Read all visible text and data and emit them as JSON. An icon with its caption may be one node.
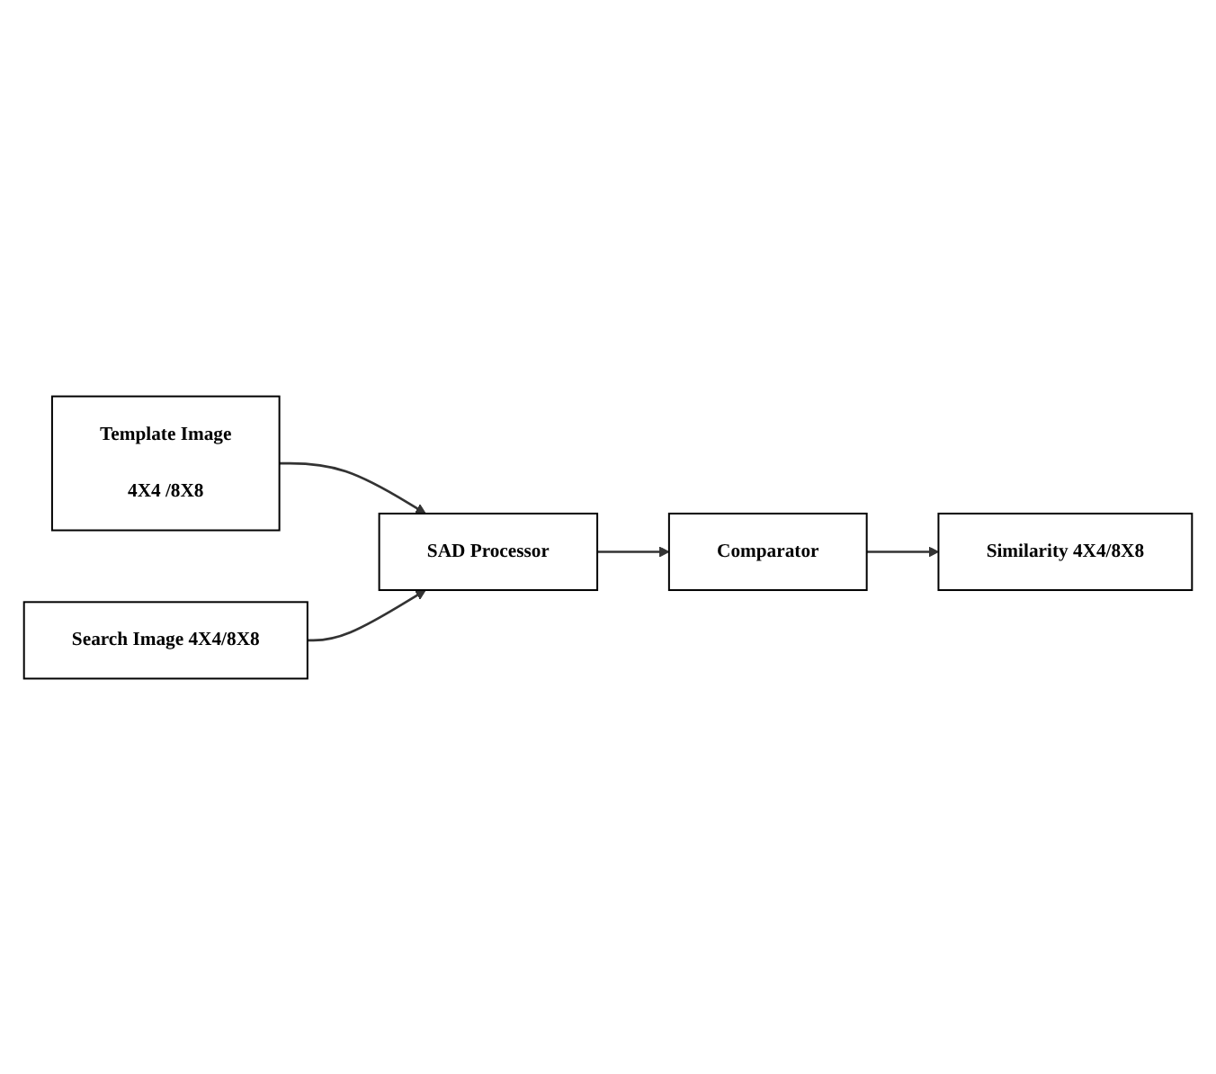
{
  "diagram": {
    "nodes": [
      {
        "text": [
          "Template Image",
          "4X4 /8X8"
        ]
      },
      {
        "text": [
          "Search Image 4X4/8X8"
        ]
      },
      {
        "text": [
          "SAD Processor"
        ]
      },
      {
        "text": [
          "Comparator"
        ]
      },
      {
        "text": [
          "Similarity 4X4/8X8"
        ]
      }
    ],
    "edges": [
      {
        "from": 0,
        "to": 2,
        "arrow": "to"
      },
      {
        "from": 1,
        "to": 2,
        "arrow": "to"
      },
      {
        "from": 2,
        "to": 3,
        "arrow": "to"
      },
      {
        "from": 3,
        "to": 4,
        "arrow": "to"
      }
    ]
  }
}
